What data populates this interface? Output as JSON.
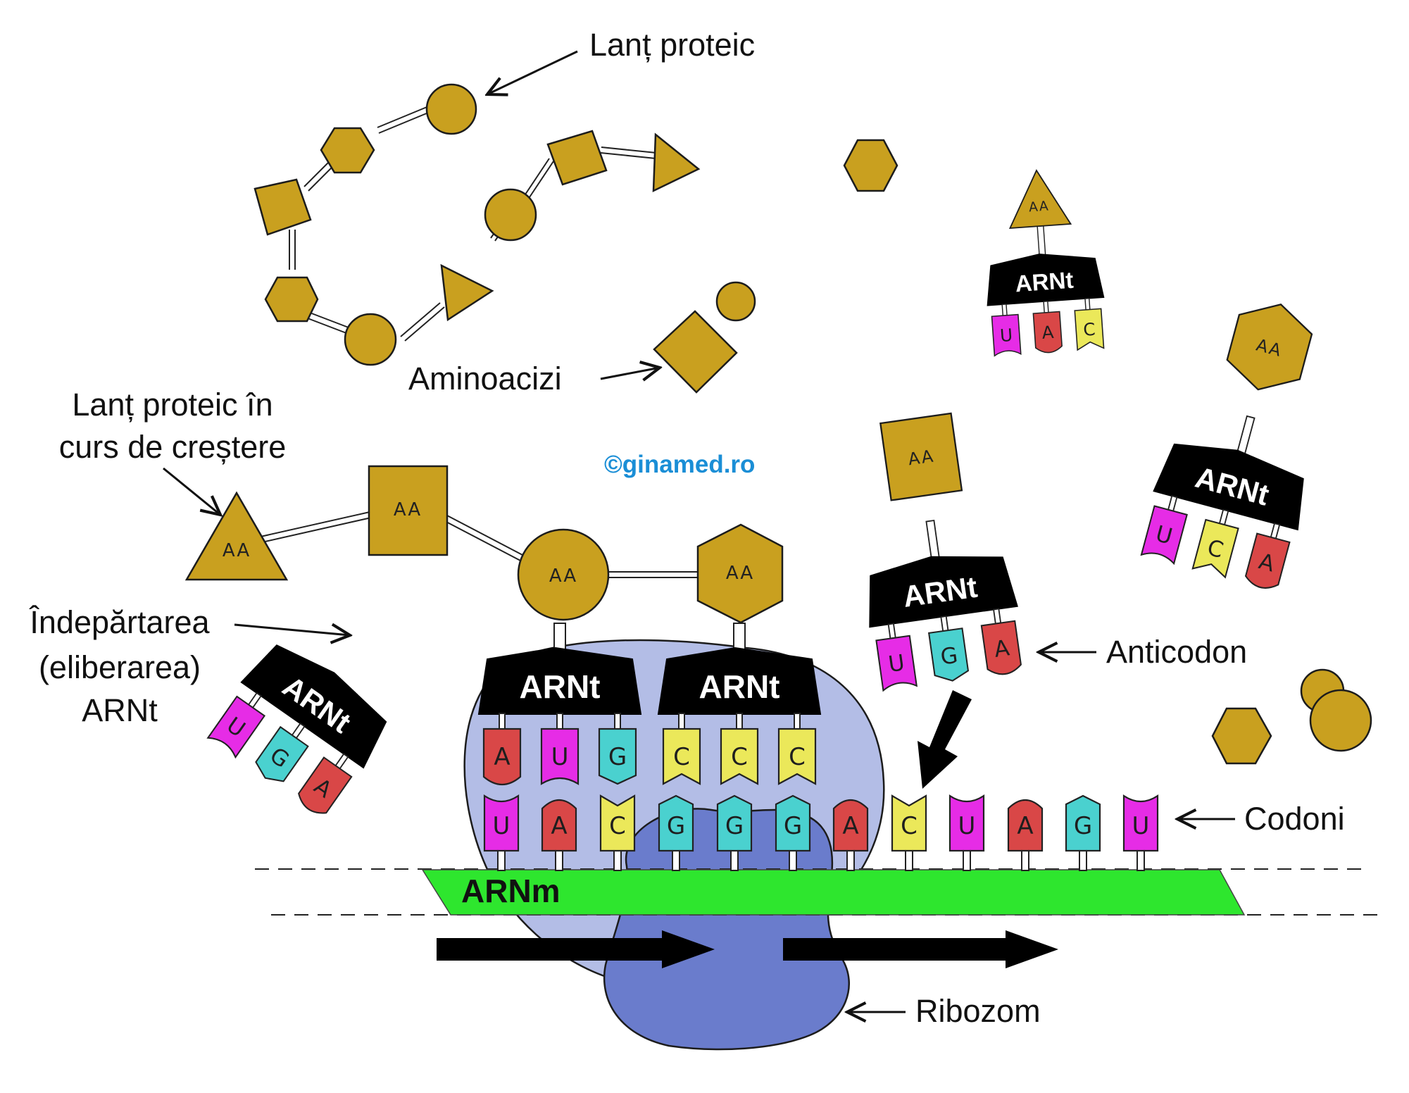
{
  "labels": {
    "protein_chain": "Lanț proteic",
    "amino_acids": "Aminoacizi",
    "growing_chain_line1": "Lanț proteic în",
    "growing_chain_line2": "curs de creștere",
    "release_line1": "Îndepărtarea",
    "release_line2": "(eliberarea)",
    "release_line3": "ARNt",
    "anticodon": "Anticodon",
    "codons": "Codoni",
    "ribosome": "Ribozom",
    "mrna": "ARNm",
    "trna": "ARNt",
    "amino_acid_abbr": "AA",
    "watermark": "©ginamed.ro"
  },
  "bases": {
    "codons": [
      "U",
      "A",
      "C",
      "G",
      "G",
      "G",
      "A",
      "C",
      "U",
      "A",
      "G",
      "U"
    ],
    "anticodon_site1": [
      "A",
      "U",
      "G"
    ],
    "anticodon_site2": [
      "C",
      "C",
      "C"
    ],
    "released_trna": [
      "U",
      "G",
      "A"
    ],
    "incoming_trna": [
      "U",
      "G",
      "A"
    ],
    "trna_right_top": [
      "U",
      "A",
      "C"
    ],
    "trna_right_mid": [
      "U",
      "C",
      "A"
    ]
  },
  "colors": {
    "amino_acid": "#c9a01f",
    "A": "#d94747",
    "U": "#e62ce6",
    "G": "#4ad1cf",
    "C": "#ebe85a",
    "mrna": "#2ee62e",
    "ribosome_small": "#b3bde6",
    "ribosome_large": "#6a7ccc",
    "trna_body": "#000000",
    "watermark": "#1a8ed6"
  }
}
